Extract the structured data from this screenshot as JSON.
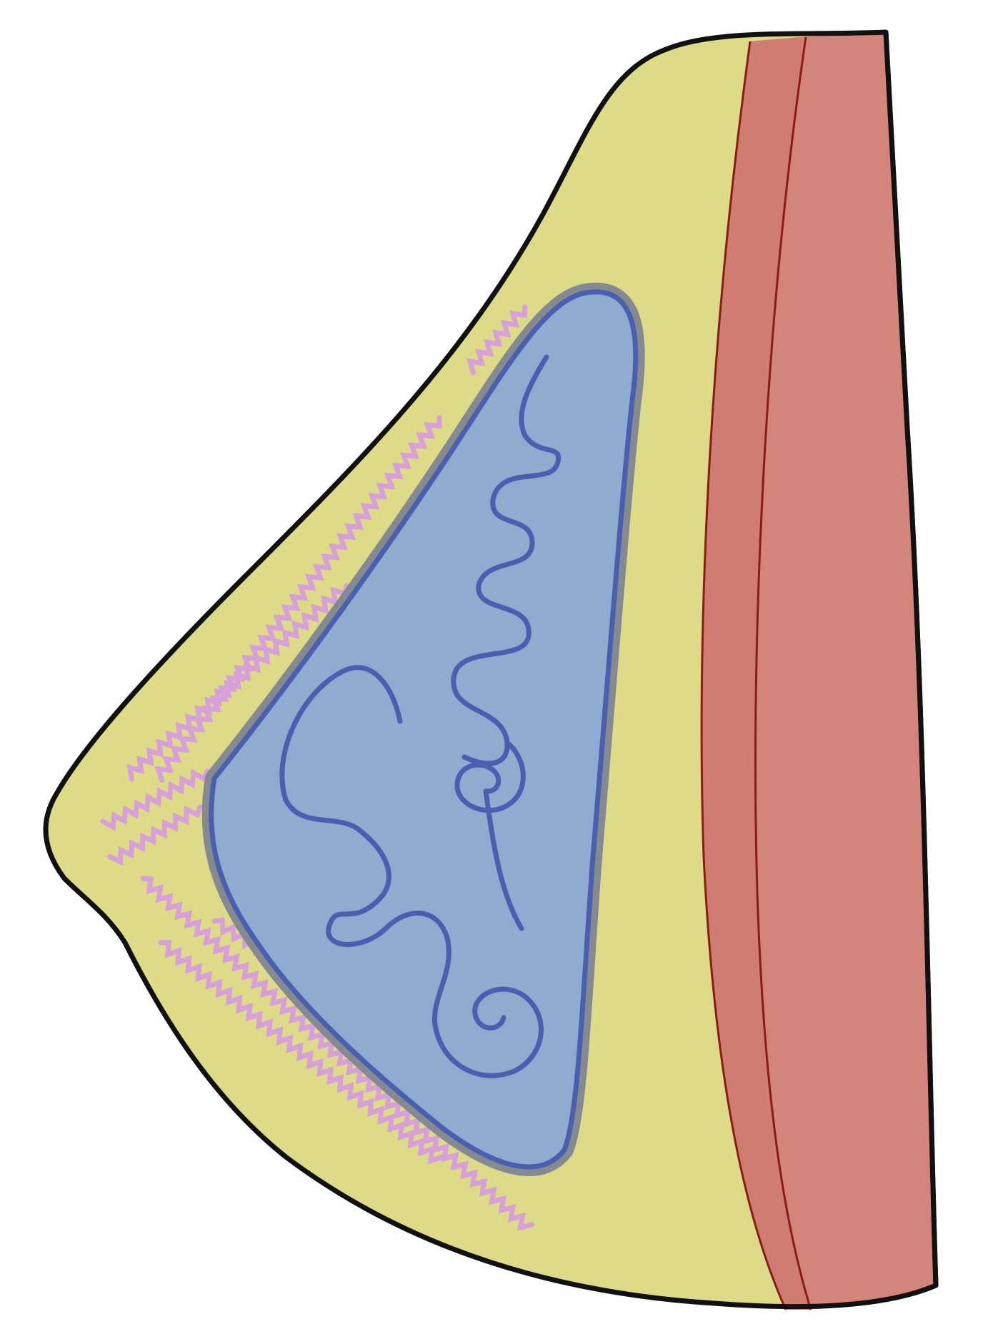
{
  "diagram": {
    "labels": [],
    "colors": {
      "background": "#ffffff",
      "outline": "#111111",
      "fat": "#dddb87",
      "muscle": "#d4857b",
      "muscle_band": "#c97368",
      "muscle_line": "#8a1c16",
      "gland_halo": "#858a90",
      "gland_fill": "#8fabcf",
      "gland_outline": "#4a5fb0",
      "duct": "#4a5fb0",
      "ligament": "#d8a0d8"
    },
    "regions": [
      "skin-outline",
      "subcutaneous-fat",
      "pectoral-muscle",
      "glandular-tissue",
      "lactiferous-ducts",
      "suspensory-ligaments"
    ]
  }
}
